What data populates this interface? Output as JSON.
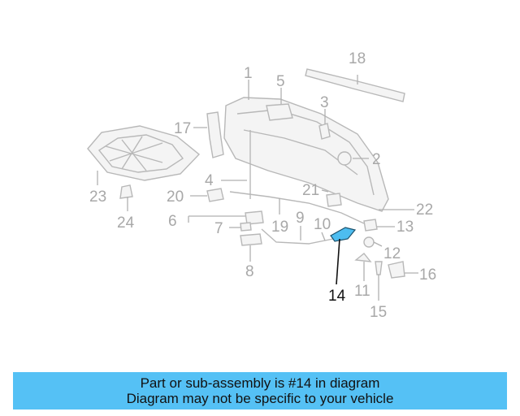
{
  "callouts": [
    "1",
    "2",
    "3",
    "4",
    "5",
    "6",
    "7",
    "8",
    "9",
    "10",
    "11",
    "12",
    "13",
    "14",
    "15",
    "16",
    "17",
    "18",
    "19",
    "20",
    "21",
    "22",
    "23",
    "24"
  ],
  "highlight": {
    "part_number": "14",
    "color": "#4dbdf0"
  },
  "banner": {
    "line1": "Part or sub-assembly is #14 in diagram",
    "line2": "Diagram may not be specific to your vehicle",
    "background": "#55c1f5"
  }
}
